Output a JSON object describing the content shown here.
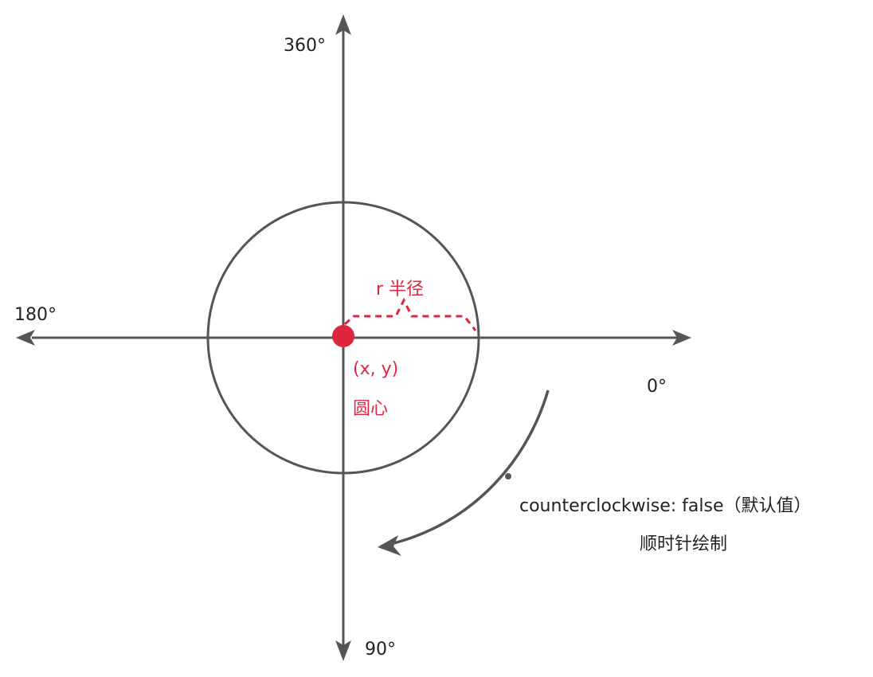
{
  "axes": {
    "top_label": "360°",
    "left_label": "180°",
    "right_label": "0°",
    "bottom_label": "90°"
  },
  "center": {
    "coord_label": "(x, y)",
    "name_label": "圆心"
  },
  "radius": {
    "label": "r 半径"
  },
  "direction_note": {
    "line1": "counterclockwise: false（默认值）",
    "line2": "顺时针绘制"
  },
  "colors": {
    "axis": "#555555",
    "accent": "#e0263f",
    "text": "#222222"
  }
}
